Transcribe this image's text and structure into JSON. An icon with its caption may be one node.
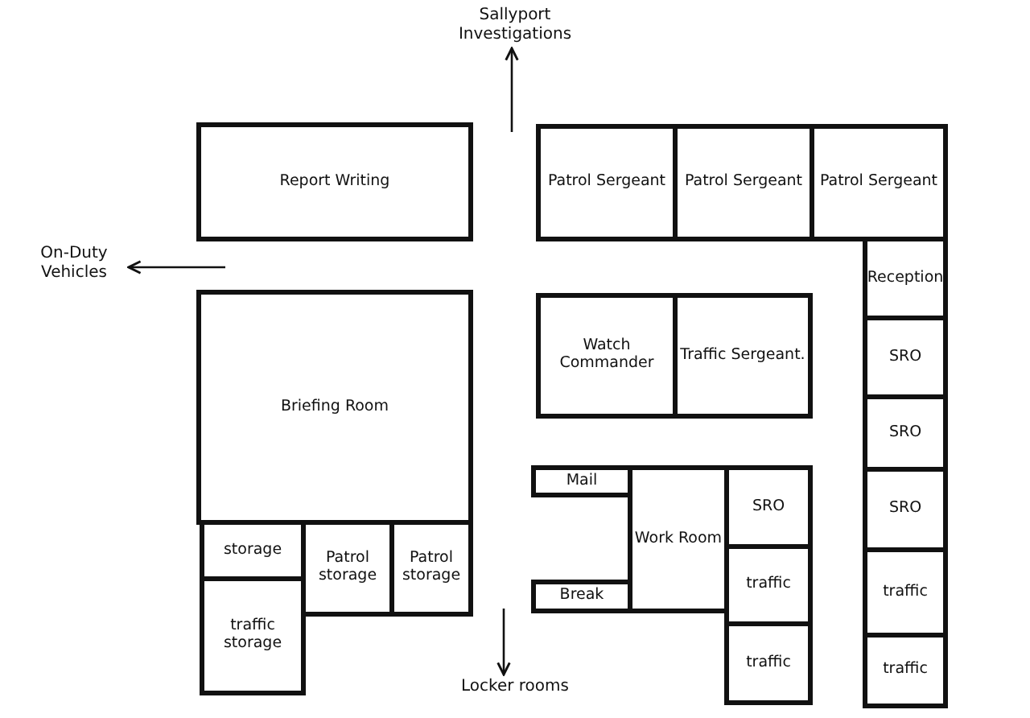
{
  "diagram": {
    "nodes": [
      {
        "text": [
          "Sallyport Investigations"
        ]
      },
      {
        "text": [
          "Report Writing"
        ]
      },
      {
        "text": [
          "Patrol Sergeant"
        ]
      },
      {
        "text": [
          "Patrol Sergeant"
        ]
      },
      {
        "text": [
          "Patrol Sergeant"
        ]
      },
      {
        "text": [
          "On-Duty Vehicles"
        ]
      },
      {
        "text": [
          "Reception"
        ]
      },
      {
        "text": [
          "Briefing Room"
        ]
      },
      {
        "text": [
          "Watch Commander"
        ]
      },
      {
        "text": [
          "Traffic Sergeant."
        ]
      },
      {
        "text": [
          "SRO"
        ]
      },
      {
        "text": [
          "SRO"
        ]
      },
      {
        "text": [
          "Mail"
        ]
      },
      {
        "text": [
          "Work Room"
        ]
      },
      {
        "text": [
          "SRO"
        ]
      },
      {
        "text": [
          "SRO"
        ]
      },
      {
        "text": [
          "storage"
        ]
      },
      {
        "text": [
          "Patrol storage"
        ]
      },
      {
        "text": [
          "Patrol storage"
        ]
      },
      {
        "text": [
          "traffic"
        ]
      },
      {
        "text": [
          "traffic"
        ]
      },
      {
        "text": [
          "traffic storage"
        ]
      },
      {
        "text": [
          "Break"
        ]
      },
      {
        "text": [
          "traffic"
        ]
      },
      {
        "text": [
          "traffic"
        ]
      },
      {
        "text": [
          "Locker rooms"
        ]
      }
    ],
    "edges": [
      {
        "from": null,
        "to": 0,
        "arrow": "to"
      },
      {
        "from": null,
        "to": 5,
        "arrow": "to"
      },
      {
        "from": null,
        "to": 25,
        "arrow": "to"
      }
    ]
  }
}
